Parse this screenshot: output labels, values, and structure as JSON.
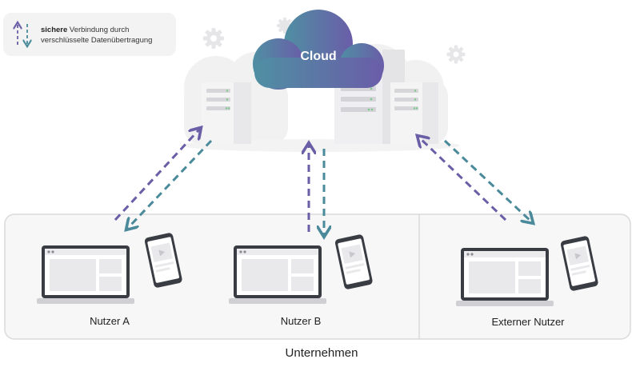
{
  "legend": {
    "bold": "sichere",
    "rest": "Verbindung durch",
    "line2": "verschlüsselte Datenübertragung"
  },
  "cloud": {
    "label": "Cloud"
  },
  "users": {
    "a": "Nutzer A",
    "b": "Nutzer B",
    "external": "Externer Nutzer"
  },
  "company": {
    "label": "Unternehmen"
  },
  "colors": {
    "arrow_purple": "#6a5fa6",
    "arrow_teal": "#4a8a9a",
    "cloud_gradient_start": "#4f8fa3",
    "cloud_gradient_end": "#6a5da8"
  }
}
